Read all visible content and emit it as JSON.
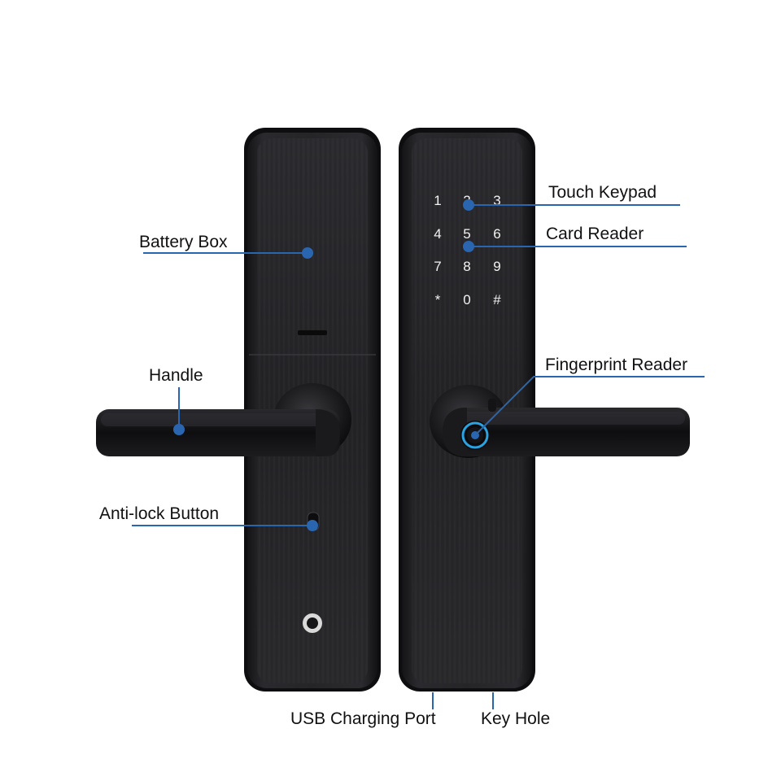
{
  "callouts": {
    "touch_keypad": "Touch Keypad",
    "card_reader": "Card Reader",
    "battery_box": "Battery Box",
    "fingerprint_reader": "Fingerprint Reader",
    "handle": "Handle",
    "anti_lock_button": "Anti-lock Button",
    "usb_charging_port": "USB Charging Port",
    "key_hole": "Key Hole"
  },
  "keypad": {
    "keys": [
      "1",
      "2",
      "3",
      "4",
      "5",
      "6",
      "7",
      "8",
      "9",
      "*",
      "0",
      "#"
    ]
  },
  "colors": {
    "callout_line": "#2a66b0",
    "callout_dot": "#2a66b0",
    "lock_body": "#222225",
    "fingerprint_ring": "#2aa3e0"
  }
}
